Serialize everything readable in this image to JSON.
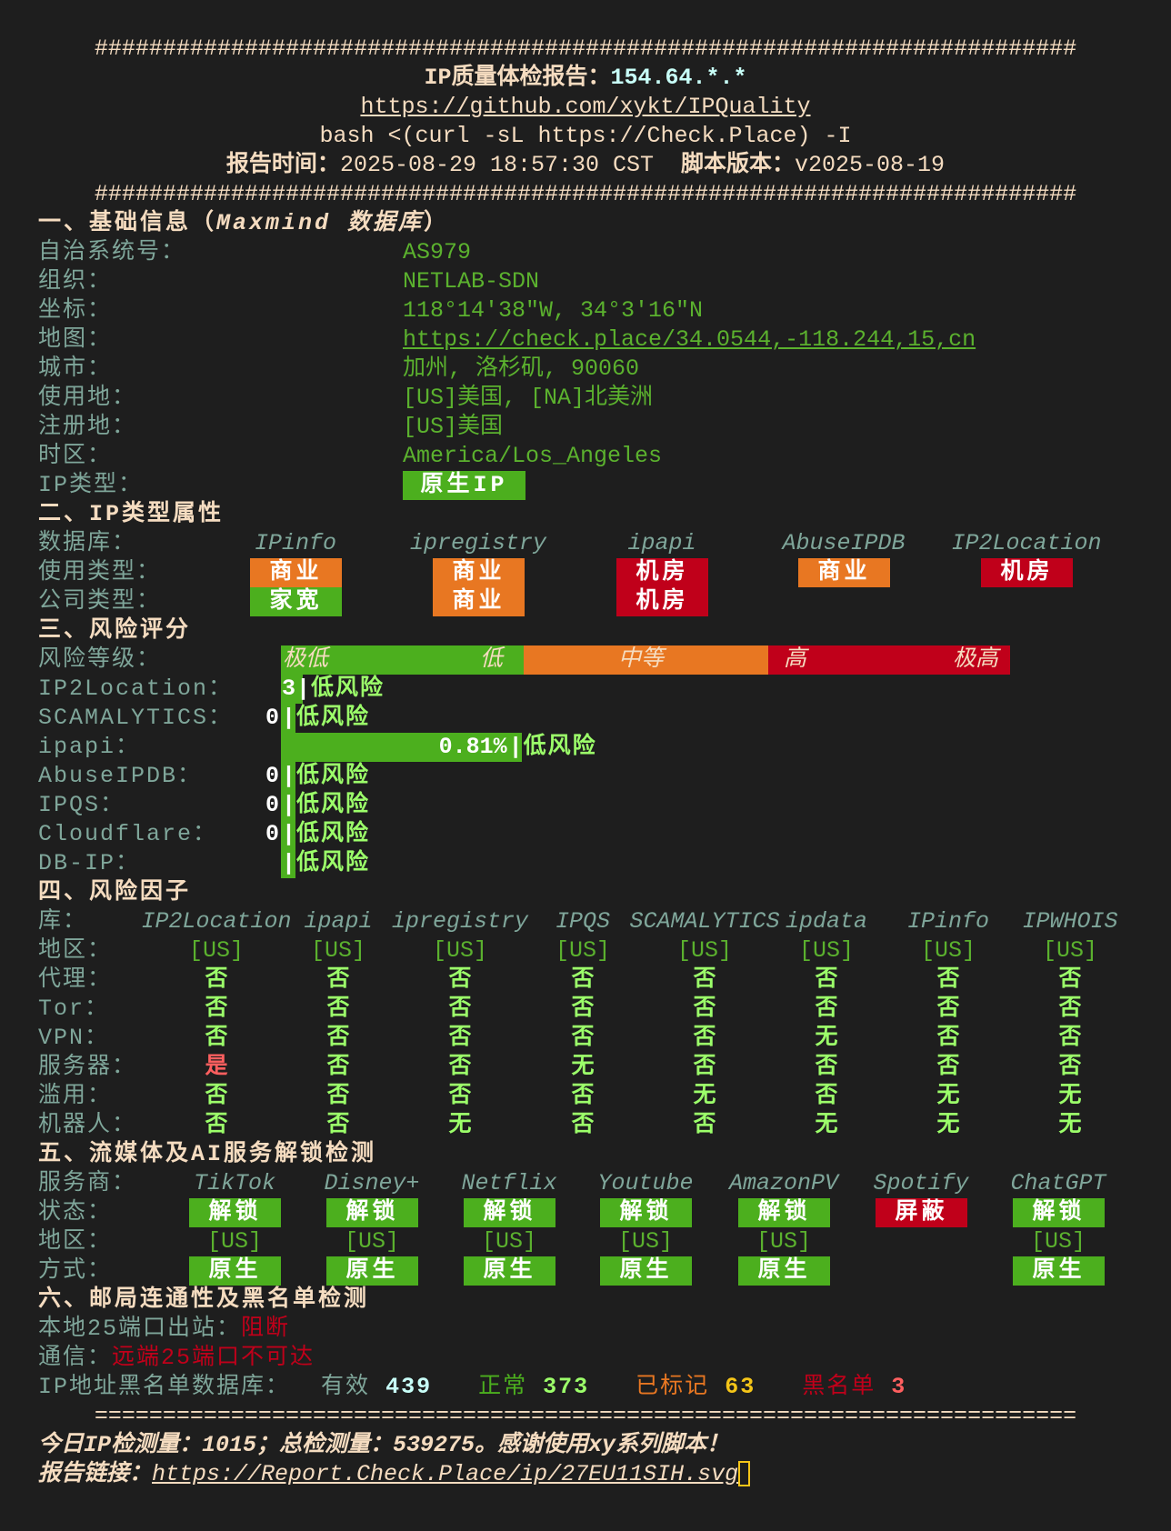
{
  "header": {
    "hash_line": "########################################################################",
    "title_label": "IP质量体检报告：",
    "ip": "154.64.*.*",
    "repo_url": "https://github.com/xykt/IPQuality",
    "command": "bash <(curl -sL https://Check.Place) -I",
    "time_label": "报告时间：",
    "time_value": "2025-08-29 18:57:30 CST",
    "version_label": "脚本版本：",
    "version_value": "v2025-08-19"
  },
  "basic": {
    "heading": "一、基础信息（",
    "heading_db": "Maxmind 数据库",
    "heading_end": "）",
    "rows": [
      {
        "label": "自治系统号：",
        "value": "AS979"
      },
      {
        "label": "组织：",
        "value": "NETLAB-SDN"
      },
      {
        "label": "坐标：",
        "value": "118°14′38″W, 34°3′16″N"
      },
      {
        "label": "地图：",
        "value": "https://check.place/34.0544,-118.244,15,cn"
      },
      {
        "label": "城市：",
        "value": "加州, 洛杉矶, 90060"
      },
      {
        "label": "使用地：",
        "value": "[US]美国, [NA]北美洲"
      },
      {
        "label": "注册地：",
        "value": "[US]美国"
      },
      {
        "label": "时区：",
        "value": "America/Los_Angeles"
      }
    ],
    "ip_type_label": "IP类型：",
    "ip_type_value": "原生IP"
  },
  "type_attr": {
    "heading": "二、IP类型属性",
    "db_label": "数据库：",
    "usage_label": "使用类型：",
    "company_label": "公司类型：",
    "databases": [
      {
        "name": "IPinfo",
        "usage": "商业",
        "usage_color": "#e87722",
        "company": "家宽",
        "company_color": "#4caf1e"
      },
      {
        "name": "ipregistry",
        "usage": "商业",
        "usage_color": "#e87722",
        "company": "商业",
        "company_color": "#e87722"
      },
      {
        "name": "ipapi",
        "usage": "机房",
        "usage_color": "#c0001a",
        "company": "机房",
        "company_color": "#c0001a"
      },
      {
        "name": "AbuseIPDB",
        "usage": "商业",
        "usage_color": "#e87722",
        "company": null,
        "company_color": null
      },
      {
        "name": "IP2Location",
        "usage": "机房",
        "usage_color": "#c0001a",
        "company": null,
        "company_color": null
      }
    ]
  },
  "risk": {
    "heading": "三、风险评分",
    "level_label": "风险等级：",
    "levels": [
      "极低",
      "低",
      "中等",
      "高",
      "极高"
    ],
    "scores": [
      {
        "source": "IP2Location：",
        "score": "3",
        "score_pct": 3,
        "text": "低风险"
      },
      {
        "source": "SCAMALYTICS：",
        "score": "0",
        "score_pct": 0,
        "text": "低风险"
      },
      {
        "source": "ipapi：",
        "score": "0.81%",
        "score_pct": 33,
        "text": "低风险"
      },
      {
        "source": "AbuseIPDB：",
        "score": "0",
        "score_pct": 0,
        "text": "低风险"
      },
      {
        "source": "IPQS：",
        "score": "0",
        "score_pct": 0,
        "text": "低风险"
      },
      {
        "source": "Cloudflare：",
        "score": "0",
        "score_pct": 0,
        "text": "低风险"
      },
      {
        "source": "DB-IP：",
        "score": "",
        "score_pct": 0,
        "text": "低风险"
      }
    ]
  },
  "factors": {
    "heading": "四、风险因子",
    "db_label": "库：",
    "databases": [
      "IP2Location",
      "ipapi",
      "ipregistry",
      "IPQS",
      "SCAMALYTICS",
      "ipdata",
      "IPinfo",
      "IPWHOIS"
    ],
    "rows": [
      {
        "label": "地区：",
        "values": [
          "[US]",
          "[US]",
          "[US]",
          "[US]",
          "[US]",
          "[US]",
          "[US]",
          "[US]"
        ]
      },
      {
        "label": "代理：",
        "values": [
          "否",
          "否",
          "否",
          "否",
          "否",
          "否",
          "否",
          "否"
        ]
      },
      {
        "label": "Tor：",
        "values": [
          "否",
          "否",
          "否",
          "否",
          "否",
          "否",
          "否",
          "否"
        ]
      },
      {
        "label": "VPN：",
        "values": [
          "否",
          "否",
          "否",
          "否",
          "否",
          "无",
          "否",
          "否"
        ]
      },
      {
        "label": "服务器：",
        "values": [
          "是",
          "否",
          "否",
          "无",
          "否",
          "否",
          "否",
          "否"
        ]
      },
      {
        "label": "滥用：",
        "values": [
          "否",
          "否",
          "否",
          "否",
          "无",
          "否",
          "无",
          "无"
        ]
      },
      {
        "label": "机器人：",
        "values": [
          "否",
          "否",
          "无",
          "否",
          "否",
          "无",
          "无",
          "无"
        ]
      }
    ]
  },
  "media": {
    "heading": "五、流媒体及AI服务解锁检测",
    "provider_label": "服务商：",
    "status_label": "状态：",
    "region_label": "地区：",
    "method_label": "方式：",
    "services": [
      {
        "name": "TikTok",
        "status": "解锁",
        "status_color": "#4caf1e",
        "region": "[US]",
        "method": "原生"
      },
      {
        "name": "Disney+",
        "status": "解锁",
        "status_color": "#4caf1e",
        "region": "[US]",
        "method": "原生"
      },
      {
        "name": "Netflix",
        "status": "解锁",
        "status_color": "#4caf1e",
        "region": "[US]",
        "method": "原生"
      },
      {
        "name": "Youtube",
        "status": "解锁",
        "status_color": "#4caf1e",
        "region": "[US]",
        "method": "原生"
      },
      {
        "name": "AmazonPV",
        "status": "解锁",
        "status_color": "#4caf1e",
        "region": "[US]",
        "method": "原生"
      },
      {
        "name": "Spotify",
        "status": "屏蔽",
        "status_color": "#c0001a",
        "region": null,
        "method": null
      },
      {
        "name": "ChatGPT",
        "status": "解锁",
        "status_color": "#4caf1e",
        "region": "[US]",
        "method": "原生"
      }
    ]
  },
  "mail": {
    "heading": "六、邮局连通性及黑名单检测",
    "local_label": "本地25端口出站：",
    "local_value": "阻断",
    "comm_label": "通信：",
    "comm_value": "远端25端口不可达",
    "blacklist_label": "IP地址黑名单数据库：",
    "valid_label": "有效",
    "valid_value": "439",
    "clean_label": "正常",
    "clean_value": "373",
    "marked_label": "已标记",
    "marked_value": "63",
    "black_label": "黑名单",
    "black_value": "3"
  },
  "footer": {
    "eq_line": "========================================================================",
    "stats": "今日IP检测量：1015；总检测量：539275。感谢使用xy系列脚本！",
    "report_label": "报告链接：",
    "report_url": "https://Report.Check.Place/ip/27EU11SIH.svg"
  }
}
